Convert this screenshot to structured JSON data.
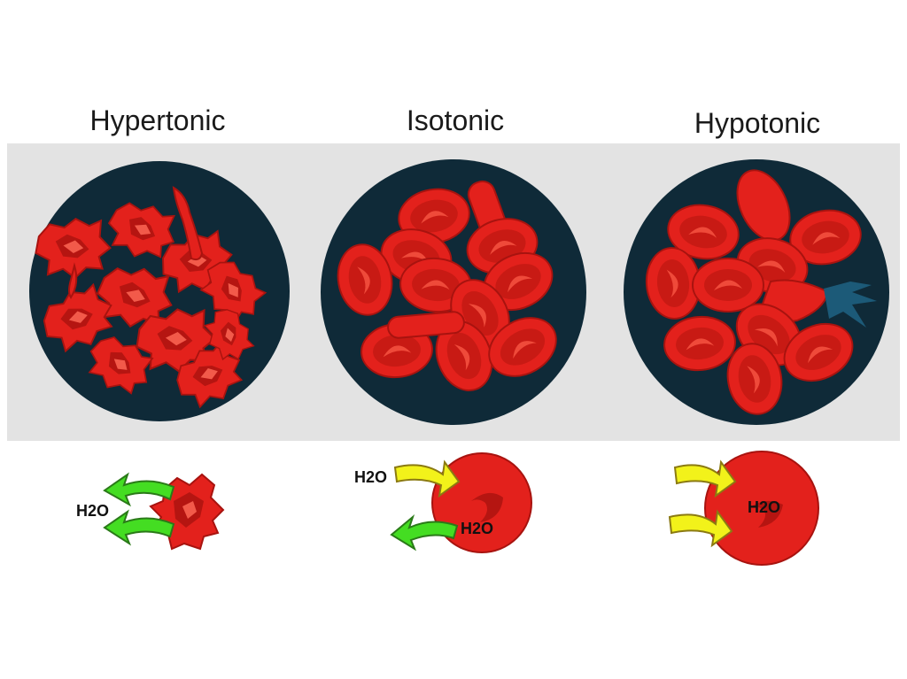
{
  "panels": [
    {
      "title": "Hypertonic",
      "water_label": "H2O"
    },
    {
      "title": "Isotonic",
      "water_label": "H2O"
    },
    {
      "title": "Hypotonic",
      "water_label": "H2O"
    }
  ],
  "colors": {
    "panel_band": "#e3e3e3",
    "dish": "#0f2a38",
    "cell": "#e3211c",
    "cell_shade": "#b51511",
    "arrow_outflow": "#44dd22",
    "arrow_inflow": "#f2f21a",
    "leak": "#1c5a78"
  }
}
